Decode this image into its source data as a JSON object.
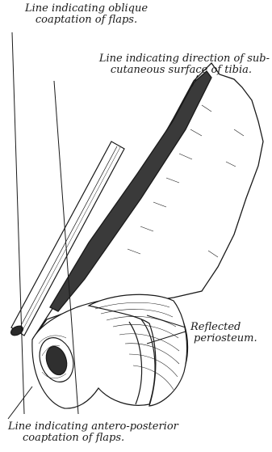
{
  "labels": {
    "oblique": [
      "Line indicating oblique",
      "coaptation of flaps."
    ],
    "subcutaneous": [
      "Line indicating direction of sub-",
      "cutaneous surface of tibia."
    ],
    "periosteum": [
      "Reflected",
      "periosteum."
    ],
    "antero_posterior": [
      "Line indicating antero-posterior",
      "coaptation of flaps."
    ]
  },
  "colors": {
    "ink": "#1a1a1a",
    "paper": "#ffffff",
    "shade": "#3a3a3a"
  }
}
